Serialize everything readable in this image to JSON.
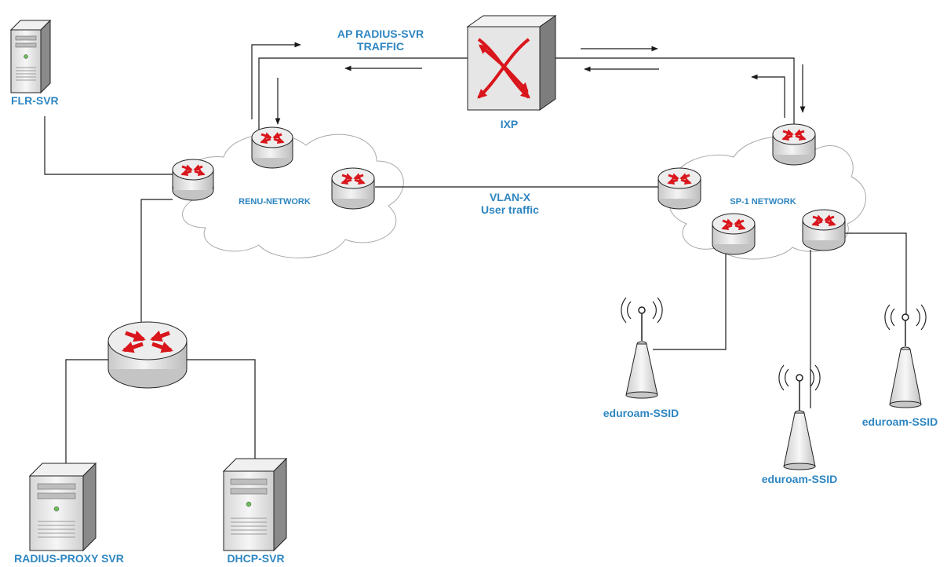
{
  "labels": {
    "flr_svr": "FLR-SVR",
    "ap_radius_line1": "AP RADIUS-SVR",
    "ap_radius_line2": "TRAFFIC",
    "ixp": "IXP",
    "renu_network": "RENU-NETWORK",
    "sp1_network": "SP-1 NETWORK",
    "vlan_line1": "VLAN-X",
    "vlan_line2": "User traffic",
    "eduroam_left": "eduroam-SSID",
    "eduroam_middle": "eduroam-SSID",
    "eduroam_right": "eduroam-SSID",
    "radius_proxy": "RADIUS-PROXY SVR",
    "dhcp_svr": "DHCP-SVR"
  },
  "colors": {
    "label": "#2e86c1",
    "arrow_red": "#d9161c",
    "device_gray": "#e8e8e8",
    "line": "#1a1a1a"
  },
  "icons": {
    "server": "server-tower-icon",
    "router": "router-icon",
    "switch": "switch-box-icon",
    "access_point": "wireless-access-point-icon",
    "cloud": "cloud-icon"
  }
}
